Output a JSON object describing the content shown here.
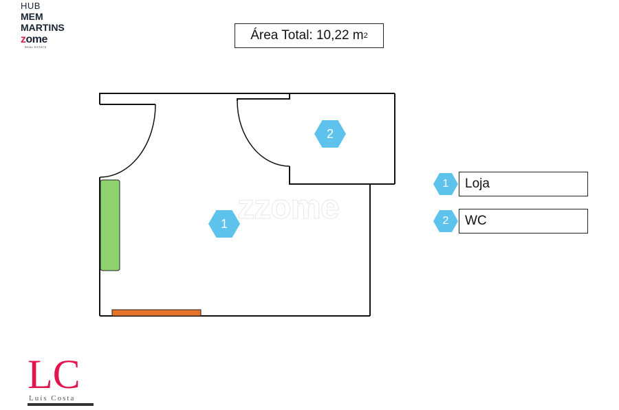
{
  "brand": {
    "hub": "HUB",
    "line1": "MEM",
    "line2": "MARTINS",
    "zome": "zome",
    "zome_sub": "REAL ESTATE"
  },
  "area": {
    "label": "Área Total: 10,22 m",
    "unit_sup": "2"
  },
  "rooms": [
    {
      "number": "1",
      "name": "Loja"
    },
    {
      "number": "2",
      "name": "WC"
    }
  ],
  "watermark": "zzome",
  "agent_logo": {
    "mark": "LC",
    "name": "Luís Costa"
  },
  "colors": {
    "hex_marker": "#5ec3ec",
    "counter": "#8fd16f",
    "bench": "#e8742a",
    "walls": "#111111",
    "brand_accent": "#d6224f"
  }
}
